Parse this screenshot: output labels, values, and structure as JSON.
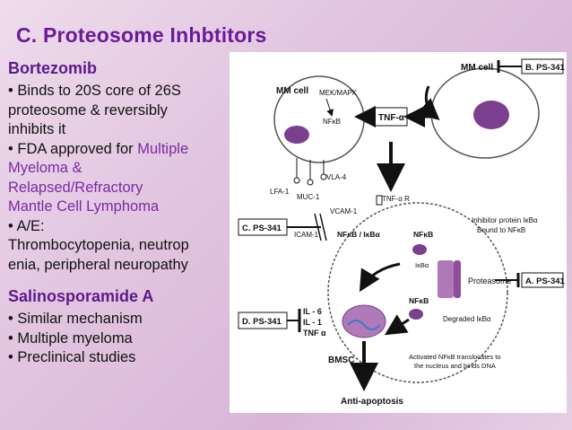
{
  "slide": {
    "title": "C.  Proteosome Inhbtitors",
    "bortezomib": {
      "heading": "Bortezomib",
      "lines": [
        "• Binds to 20S core of 26S",
        "proteosome & reversibly",
        "inhibits it",
        "• FDA approved for ",
        "Multiple",
        "Myeloma &",
        "Relapsed/Refractory",
        "Mantle Cell Lymphoma",
        "• A/E:",
        "Thrombocytopenia, neutrop",
        "enia, peripheral neuropathy"
      ]
    },
    "salinosporamide": {
      "heading": "Salinosporamide A",
      "lines": [
        "• Similar mechanism",
        "• Multiple myeloma",
        "• Preclinical studies"
      ]
    }
  },
  "diagram": {
    "mm_cell_top": "MM cell",
    "b_box": "B. PS-341",
    "mm_cell_left": "MM cell",
    "mek_mapk": "MEK/MAPK",
    "nfkb_inner": "NFκB",
    "tnf_alpha": "TNF-α",
    "lfa1": "LFA-1",
    "muc1": "MUC-1",
    "vla4": "VLA-4",
    "vcam1": "VCAM-1",
    "icam1": "ICAM-1",
    "tnf_r": "TNF-α R",
    "c_box": "C. PS-341",
    "nfkb_ikb": "NFκB / IκBα",
    "nfkb_right": "NFκB",
    "ikb_small": "IκBα",
    "inhibitor_1": "Inhibitor protein IκBα",
    "inhibitor_2": "Bound to NFκB",
    "proteasome": "Proteasome",
    "a_box": "A. PS-341",
    "nfkb_lower": "NFκB",
    "degraded": "Degraded IκBα",
    "d_box": "D. PS-341",
    "il6": "IL - 6",
    "il1": "IL - 1",
    "tnfa2": "TNF α",
    "bmsc": "BMSC",
    "activated_1": "Activated NFκB translocates to",
    "activated_2": "the nucleus and binds DNA",
    "anti_apoptosis": "Anti-apoptosis"
  }
}
